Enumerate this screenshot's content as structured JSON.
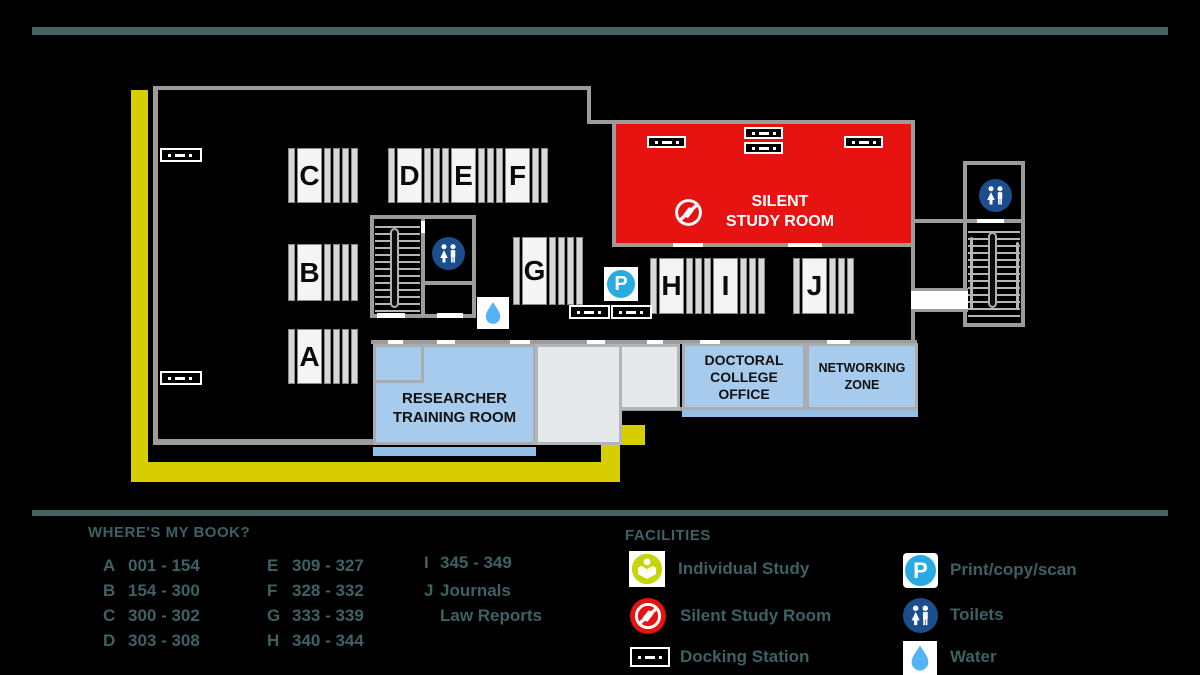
{
  "map": {
    "shelves": [
      "A",
      "B",
      "C",
      "D",
      "E",
      "F",
      "G",
      "H",
      "I",
      "J"
    ],
    "silent_study_room": {
      "line1": "SILENT",
      "line2": "STUDY ROOM"
    },
    "researcher_training_room": {
      "line1": "RESEARCHER",
      "line2": "TRAINING ROOM"
    },
    "doctoral_college_office": {
      "line1": "DOCTORAL",
      "line2": "COLLEGE",
      "line3": "OFFICE"
    },
    "networking_zone": {
      "line1": "NETWORKING",
      "line2": "ZONE"
    },
    "print_letter": "P"
  },
  "wheres_my_book": {
    "title": "WHERE'S MY BOOK?",
    "entries": [
      {
        "key": "A",
        "range": "001 - 154"
      },
      {
        "key": "B",
        "range": "154 - 300"
      },
      {
        "key": "C",
        "range": "300 - 302"
      },
      {
        "key": "D",
        "range": "303 - 308"
      },
      {
        "key": "E",
        "range": "309 - 327"
      },
      {
        "key": "F",
        "range": "328 - 332"
      },
      {
        "key": "G",
        "range": "333 - 339"
      },
      {
        "key": "H",
        "range": "340 - 344"
      },
      {
        "key": "I",
        "range": "345 - 349"
      },
      {
        "key": "J",
        "range": "Journals",
        "range2": "Law Reports"
      }
    ]
  },
  "facilities": {
    "title": "FACILITIES",
    "items": [
      {
        "icon": "individual-study-icon",
        "label": "Individual Study"
      },
      {
        "icon": "silent-study-room-icon",
        "label": "Silent Study Room"
      },
      {
        "icon": "docking-station-icon",
        "label": "Docking Station"
      },
      {
        "icon": "print-icon",
        "label": "Print/copy/scan"
      },
      {
        "icon": "toilets-icon",
        "label": "Toilets"
      },
      {
        "icon": "water-icon",
        "label": "Water"
      }
    ]
  },
  "colors": {
    "accent_teal": "#3d6164",
    "top_bar_teal": "#44625f",
    "route_yellow": "#d6ce00",
    "silent_red": "#e61310",
    "room_blue": "#a6cbec",
    "print_blue": "#29abe2",
    "toilets_blue": "#1c4e8d",
    "water_blue": "#55b2f3",
    "individual_study_yellow": "#c6d40c"
  }
}
